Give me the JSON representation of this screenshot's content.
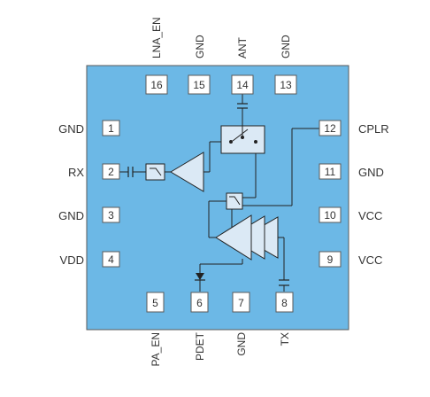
{
  "colors": {
    "package_fill": "#6cb8e6",
    "package_stroke": "#5a5a5a",
    "pad_fill": "#ffffff",
    "block_fill": "#dbe9f5",
    "line": "#222222",
    "text": "#333333"
  },
  "pins": {
    "p1": {
      "num": "1",
      "name": "GND"
    },
    "p2": {
      "num": "2",
      "name": "RX"
    },
    "p3": {
      "num": "3",
      "name": "GND"
    },
    "p4": {
      "num": "4",
      "name": "VDD"
    },
    "p5": {
      "num": "5",
      "name": "PA_EN"
    },
    "p6": {
      "num": "6",
      "name": "PDET"
    },
    "p7": {
      "num": "7",
      "name": "GND"
    },
    "p8": {
      "num": "8",
      "name": "TX"
    },
    "p9": {
      "num": "9",
      "name": "VCC"
    },
    "p10": {
      "num": "10",
      "name": "VCC"
    },
    "p11": {
      "num": "11",
      "name": "GND"
    },
    "p12": {
      "num": "12",
      "name": "CPLR"
    },
    "p13": {
      "num": "13",
      "name": "GND"
    },
    "p14": {
      "num": "14",
      "name": "ANT"
    },
    "p15": {
      "num": "15",
      "name": "GND"
    },
    "p16": {
      "num": "16",
      "name": "LNA_EN"
    }
  },
  "icons": {
    "switch": "spdt-switch-icon",
    "lna": "lna-amplifier-icon",
    "pa": "power-amplifier-icon",
    "filter": "filter-icon",
    "detector": "diode-icon",
    "capacitor": "capacitor-icon"
  }
}
